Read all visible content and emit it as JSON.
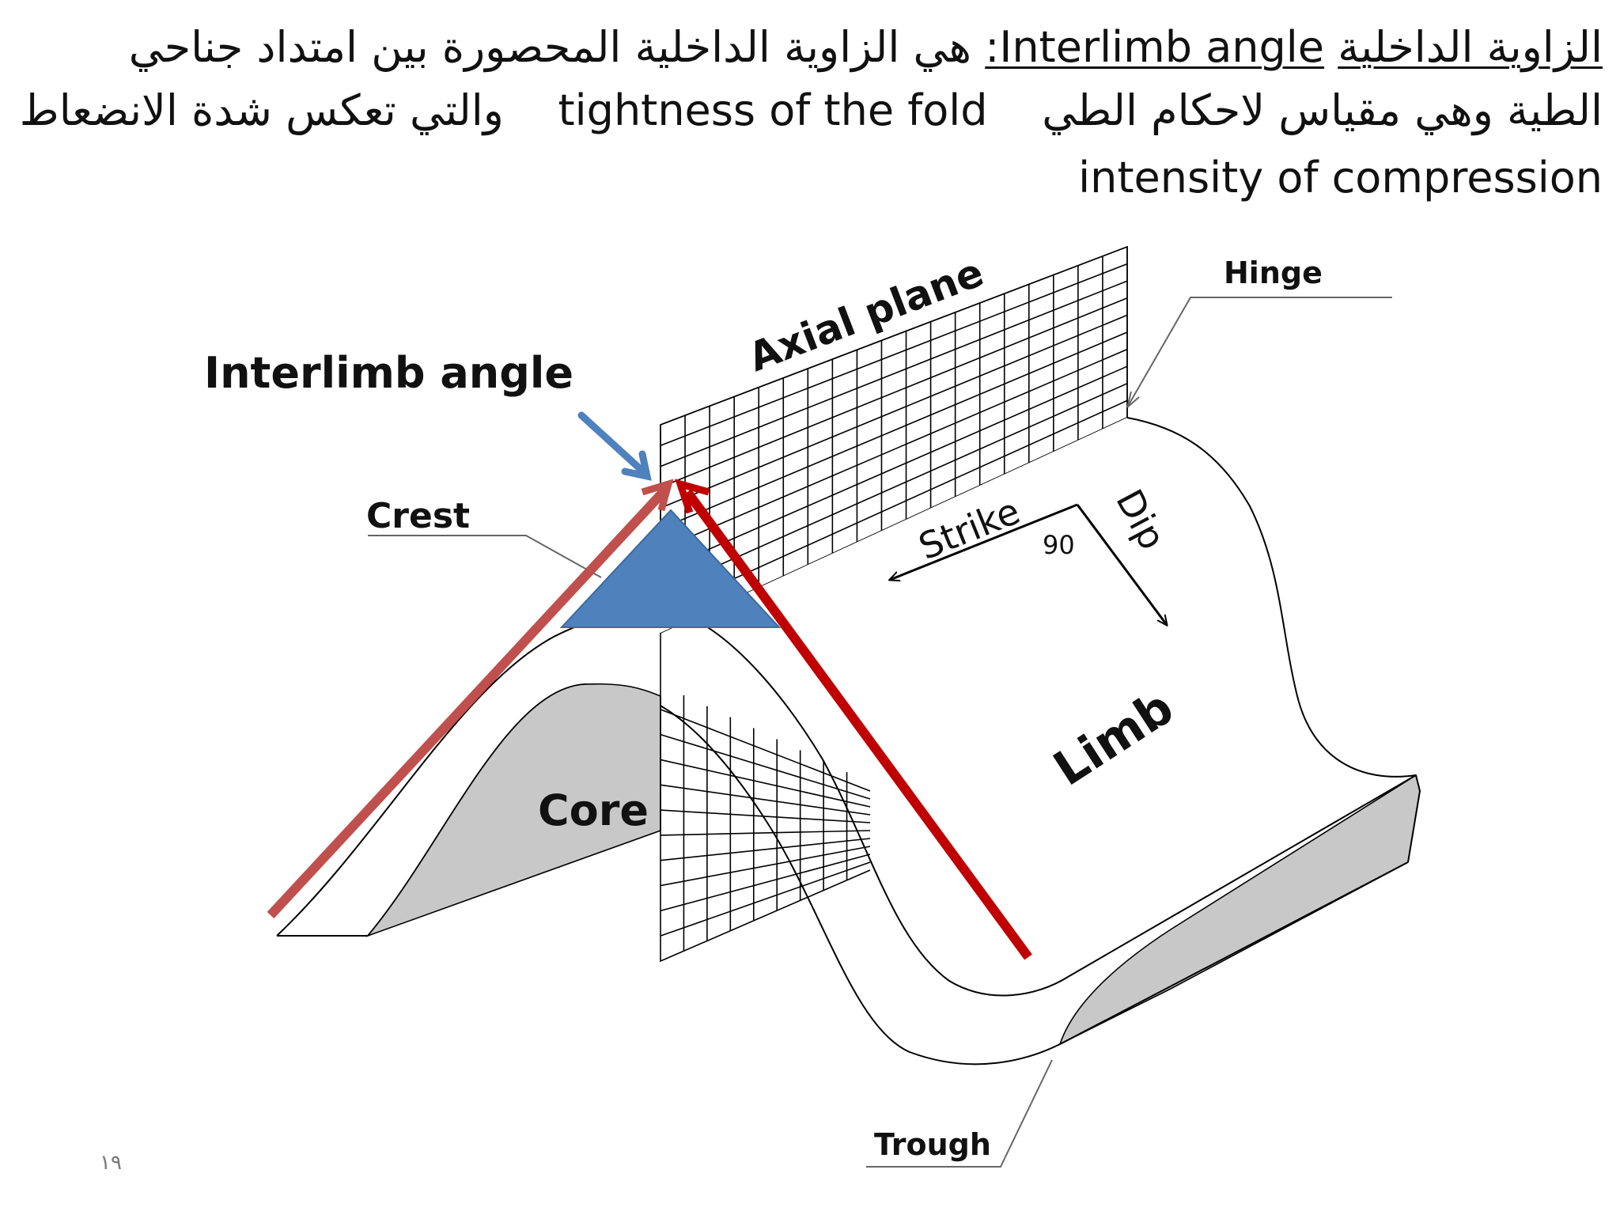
{
  "header": {
    "line1_term_ar": "الزاوية الداخلية",
    "line1_term_en": "Interlimb angle",
    "line1_colon": ":",
    "line1_def": " هي الزاوية  الداخلية  المحصورة بين  امتداد جناحي",
    "line2_ar": "الطية وهي مقياس لاحكام الطي",
    "line2_en": "tightness of the fold",
    "line2_ar2": "والتي تعكس شدة الانضعاط",
    "line3_en": "intensity of compression"
  },
  "diagram": {
    "interlimb_label": "Interlimb angle",
    "axial_plane": "Axial plane",
    "hinge": "Hinge",
    "crest": "Crest",
    "strike": "Strike",
    "dip": "Dip",
    "angle_90": "90",
    "limb": "Limb",
    "core": "Core",
    "trough": "Trough",
    "colors": {
      "red_arrow": "#c0504d",
      "dark_red_arrow": "#c00000",
      "blue": "#4f81bd",
      "shade": "#c8c8c8"
    }
  },
  "page_number": "١٩"
}
